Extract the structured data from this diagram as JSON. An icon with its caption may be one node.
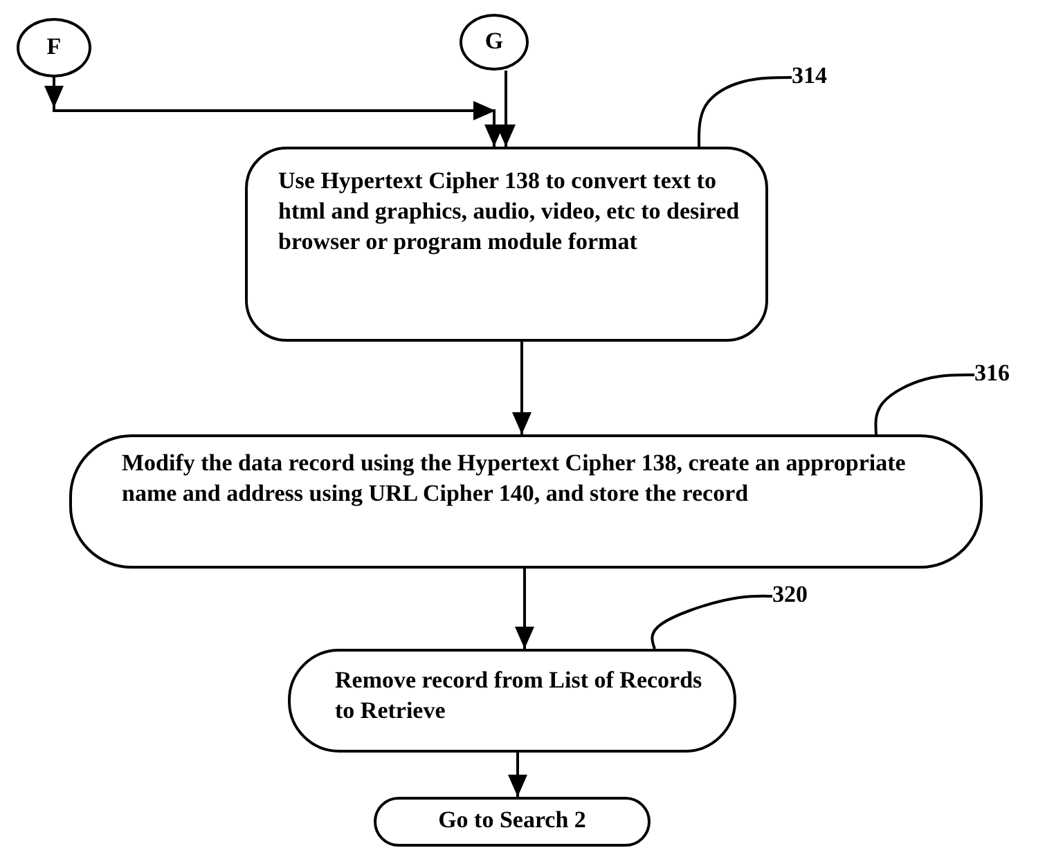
{
  "diagram": {
    "nodes": [
      {
        "text": [
          "F"
        ]
      },
      {
        "text": [
          "G"
        ]
      },
      {
        "text": [
          "Use Hypertext Cipher 138 to convert text to html and graphics, audio, video, etc to desired browser or program module format"
        ]
      },
      {
        "text": [
          "Modify the data record using the Hypertext Cipher 138, create an appropriate name and address using URL Cipher 140, and store the record"
        ]
      },
      {
        "text": [
          "Remove record from List of Records to Retrieve"
        ]
      },
      {
        "text": [
          "Go to Search 2"
        ]
      },
      {
        "text": [
          "314"
        ]
      },
      {
        "text": [
          "316"
        ]
      },
      {
        "text": [
          "320"
        ]
      }
    ],
    "edges": [
      {
        "from": 0,
        "to": 2,
        "arrow": "to"
      },
      {
        "from": 1,
        "to": 2,
        "arrow": "to"
      },
      {
        "from": 2,
        "to": 3,
        "arrow": "to"
      },
      {
        "from": 3,
        "to": 4,
        "arrow": "to"
      },
      {
        "from": 4,
        "to": 5,
        "arrow": "to"
      },
      {
        "from": 6,
        "to": 2,
        "arrow": "none"
      },
      {
        "from": 7,
        "to": 3,
        "arrow": "none"
      },
      {
        "from": 8,
        "to": 4,
        "arrow": "none"
      }
    ]
  }
}
